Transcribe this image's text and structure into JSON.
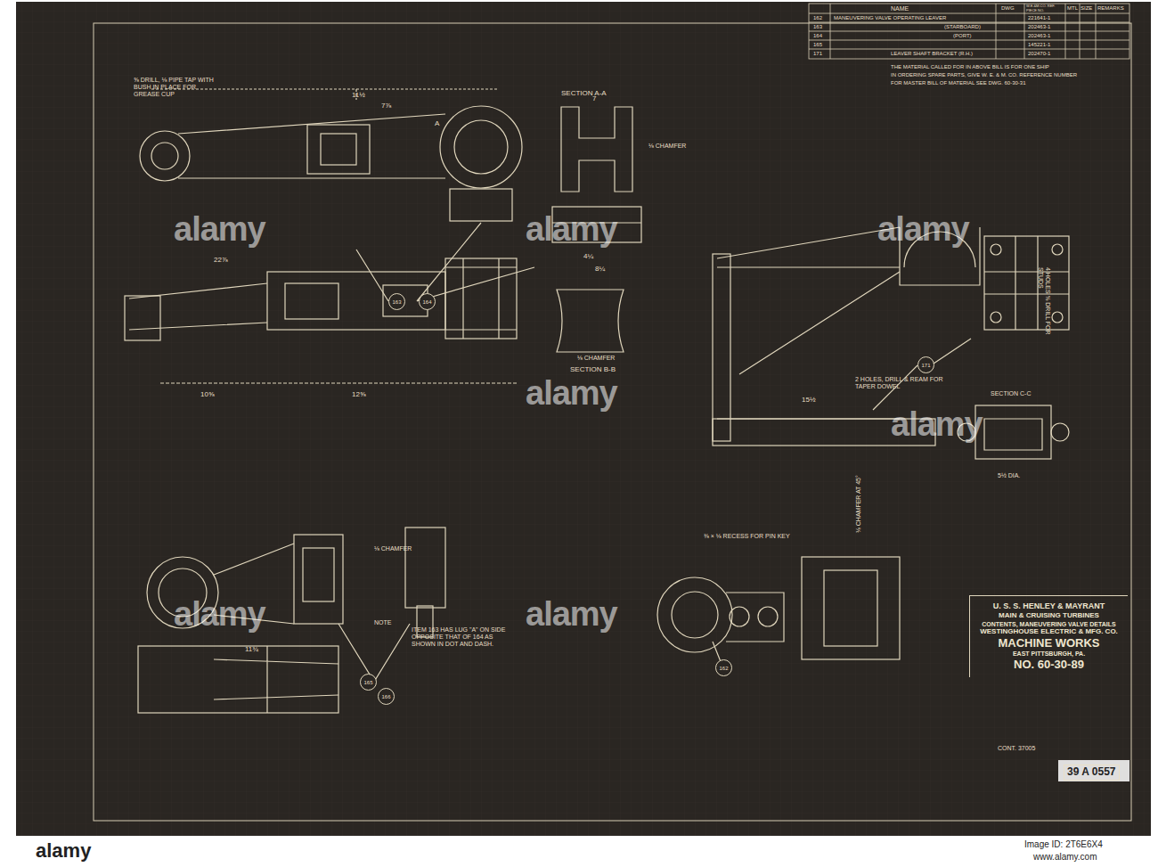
{
  "diagram": {
    "nodes": [
      {
        "text": [
          "U. S. S. HENLEY & MAYRANT",
          "MAIN & CRUISING TURBINES",
          "CONTENTS, MANEUVERING VALVE DETAILS",
          "WESTINGHOUSE ELECTRIC & MFG. CO.",
          "MACHINE WORKS",
          "EAST PITTSBURGH, PA.",
          "NO. 60-30-89"
        ]
      },
      {
        "text": [
          "163"
        ]
      },
      {
        "text": [
          "164"
        ]
      },
      {
        "text": [
          "171"
        ]
      },
      {
        "text": [
          "165"
        ]
      },
      {
        "text": [
          "166"
        ]
      },
      {
        "text": [
          "162"
        ]
      }
    ],
    "labels": [
      "⅝ DRILL, ⅛ PIPE TAP WITH BUSH IN PLACE FOR GREASE CUP",
      "11½",
      "7⅞",
      "A",
      "SECTION A-A",
      "7",
      "⅛ CHAMFER",
      "4¼",
      "8¼",
      "22⅞",
      "10⅝",
      "12⅝",
      "⅛ CHAMFER",
      "SECTION B-B",
      "15½",
      "2 HOLES, DRILL & REAM FOR TAPER DOWEL",
      "SECTION C-C",
      "4 HOLES ⅝ DRILL FOR STUDS",
      "5½ DIA.",
      "11¾",
      "⅛ CHAMFER",
      "NOTE",
      "ITEM 163 HAS LUG \"A\" ON SIDE OPPOSITE THAT OF 164 AS SHOWN IN DOT AND DASH.",
      "⅜ × ⅛ RECESS FOR PIN KEY",
      "⅛ CHAMFER AT 45°",
      "NAME",
      "DWG",
      "W.E.&M.CO. REF. PIECE NO.",
      "MTL",
      "SIZE",
      "REMARKS",
      "162",
      "MANEUVERING VALVE OPERATING LEAVER",
      "221641-1",
      "163",
      "(STARBOARD)",
      "202463-1",
      "164",
      "(PORT)",
      "202463-1",
      "165",
      "145221-1",
      "171",
      "LEAVER SHAFT BRACKET (R.H.)",
      "202470-1",
      "THE MATERIAL CALLED FOR IN ABOVE BILL IS FOR ONE SHIP",
      "IN ORDERING SPARE PARTS, GIVE W. E. & M. CO. REFERENCE NUMBER",
      "FOR MASTER BILL OF MATERIAL SEE DWG. 60-30-31",
      "CONT. 37005",
      "39 A 0557",
      "alamy",
      "alamy",
      "alamy",
      "alamy",
      "alamy",
      "alamy",
      "alamy",
      "alamy",
      "Image ID: 2T6E6X4",
      "www.alamy.com"
    ]
  }
}
